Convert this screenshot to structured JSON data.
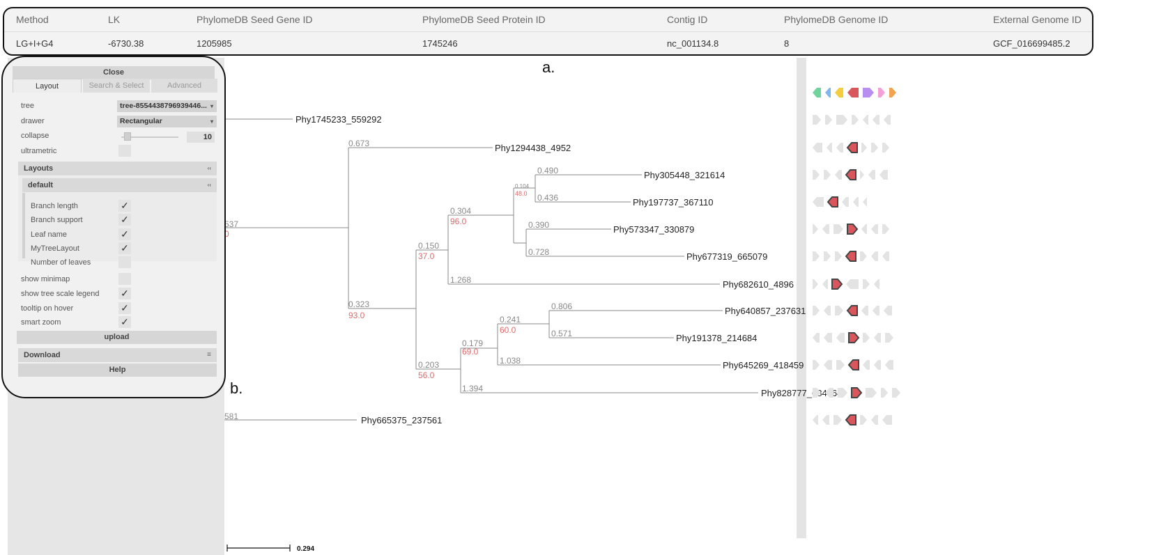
{
  "info_table": {
    "headers": [
      "Method",
      "LK",
      "PhylomeDB Seed Gene ID",
      "PhylomeDB Seed Protein ID",
      "Contig ID",
      "PhylomeDB Genome ID",
      "External Genome ID"
    ],
    "values": [
      "LG+I+G4",
      "-6730.38",
      "1205985",
      "1745246",
      "nc_001134.8",
      "8",
      "GCF_016699485.2"
    ]
  },
  "figure_labels": {
    "a": "a.",
    "b": "b."
  },
  "panel": {
    "close_label": "Close",
    "tabs": [
      "Layout",
      "Search & Select",
      "Advanced"
    ],
    "tree_label": "tree",
    "tree_value": "tree-8554438796939446...",
    "drawer_label": "drawer",
    "drawer_value": "Rectangular",
    "collapse_label": "collapse",
    "collapse_value": "10",
    "ultrametric_label": "ultrametric",
    "ultrametric_checked": false,
    "layouts_label": "Layouts",
    "default_label": "default",
    "layout_items": [
      {
        "label": "Branch length",
        "checked": true
      },
      {
        "label": "Branch support",
        "checked": true
      },
      {
        "label": "Leaf name",
        "checked": true
      },
      {
        "label": "MyTreeLayout",
        "checked": true
      },
      {
        "label": "Number of leaves",
        "checked": false
      }
    ],
    "options": [
      {
        "label": "show minimap",
        "checked": false
      },
      {
        "label": "show tree scale legend",
        "checked": true
      },
      {
        "label": "tooltip on hover",
        "checked": true
      },
      {
        "label": "smart zoom",
        "checked": true
      }
    ],
    "upload_label": "upload",
    "download_label": "Download",
    "help_label": "Help",
    "check_glyph": "✓",
    "chevron_glyph": "▾",
    "toggle_glyph": "‹‹",
    "menu_glyph": "≡"
  },
  "tree": {
    "leaves": [
      "Phy1745233_559292",
      "Phy1294438_4952",
      "Phy305448_321614",
      "Phy197737_367110",
      "Phy573347_330879",
      "Phy677319_665079",
      "Phy682610_4896",
      "Phy640857_237631",
      "Phy191378_214684",
      "Phy645269_418459",
      "Phy828777_684364",
      "Phy665375_237561"
    ],
    "branch_lengths": [
      "0.673",
      "0.490",
      "0.436",
      "0.104",
      "0.390",
      "0.728",
      "0.304",
      "0.150",
      "1.268",
      "0.323",
      "0.806",
      "0.571",
      "0.241",
      "1.038",
      "0.179",
      "1.394",
      "0.203",
      "537",
      "581"
    ],
    "supports": [
      "48.0",
      "96.0",
      "37.0",
      "93.0",
      "60.0",
      "69.0",
      "56.0",
      "0"
    ],
    "scale_value": "0.294"
  },
  "gene_colors": [
    "#6fd49b",
    "#7fb6ee",
    "#f2cd3e",
    "#d9575c",
    "#b88ef0",
    "#f2a0d6",
    "#f2a350"
  ],
  "highlight_color": "#d9575c"
}
